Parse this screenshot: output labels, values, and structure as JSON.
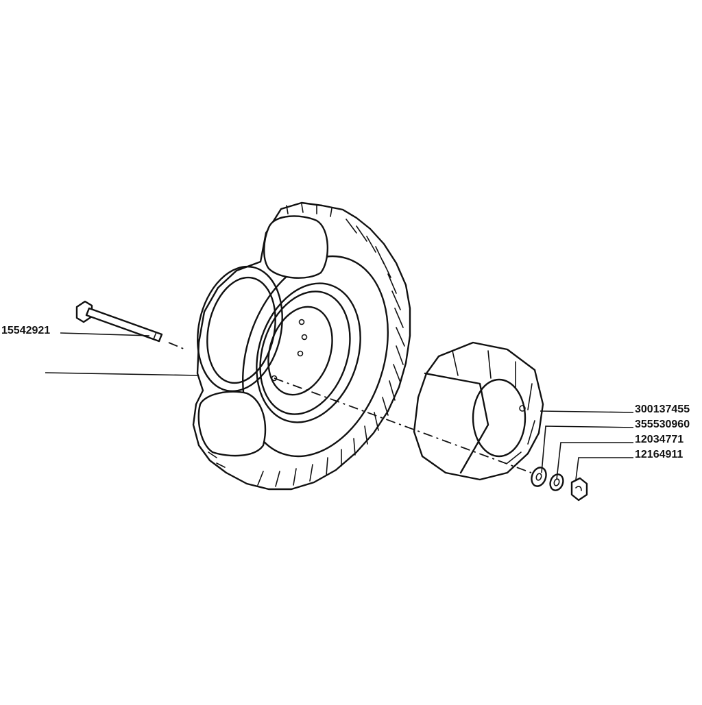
{
  "diagram": {
    "callouts": [
      {
        "id": "bolt",
        "part_number": "15542921"
      },
      {
        "id": "ballast-weight",
        "part_number": "300137455"
      },
      {
        "id": "flat-washer",
        "part_number": "355530960"
      },
      {
        "id": "lock-washer",
        "part_number": "12034771"
      },
      {
        "id": "hex-nut",
        "part_number": "12164911"
      }
    ]
  }
}
